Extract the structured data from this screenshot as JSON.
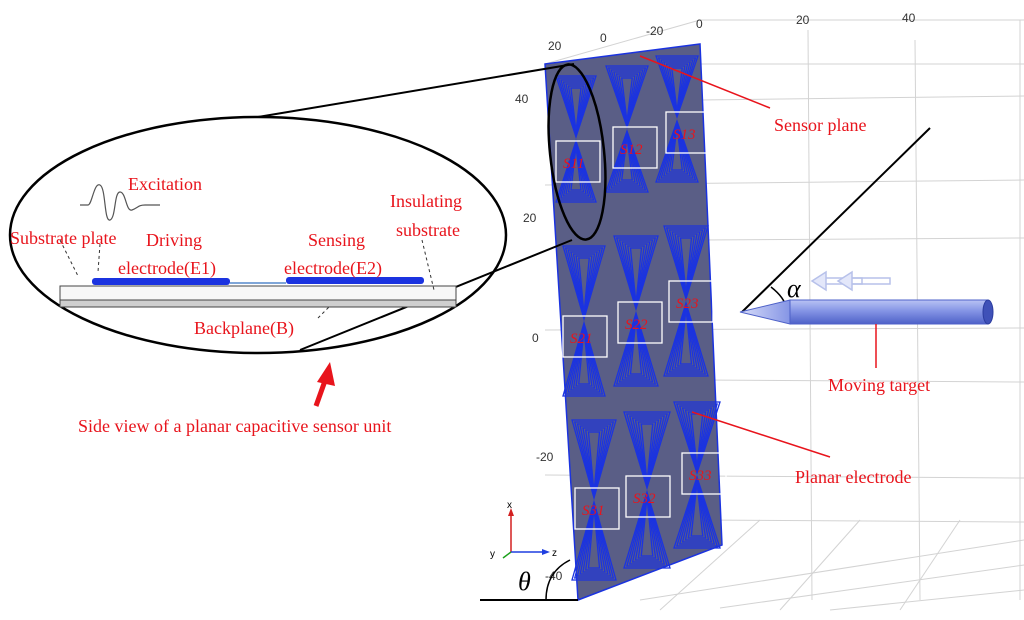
{
  "labels": {
    "excitation": "Excitation",
    "insulating_substrate_1": "Insulating",
    "insulating_substrate_2": "substrate",
    "substrate_plate": "Substrate plate",
    "driving_1": "Driving",
    "driving_2": "electrode(E1)",
    "sensing_1": "Sensing",
    "sensing_2": "electrode(E2)",
    "backplane": "Backplane(B)",
    "side_view": "Side view of a planar capacitive sensor unit",
    "sensor_plane": "Sensor plane",
    "moving_target": "Moving target",
    "planar_electrode": "Planar electrode"
  },
  "greek": {
    "alpha": "α",
    "theta": "θ"
  },
  "ticks": {
    "top": [
      "20",
      "0",
      "-20",
      "0",
      "20",
      "40"
    ],
    "left": [
      "40",
      "20",
      "0",
      "-20",
      "-40"
    ]
  },
  "axes": {
    "x": "x",
    "y": "y",
    "z": "z"
  },
  "cells": {
    "s11": "S11",
    "s12": "S12",
    "s13": "S13",
    "s21": "S21",
    "s22": "S22",
    "s23": "S23",
    "s31": "S31",
    "s32": "S32",
    "s33": "S33"
  },
  "colors": {
    "annotation": "#e8141c",
    "panel": "#5a5e86",
    "electrode": "#1b33e0",
    "target": "#8797e6"
  }
}
